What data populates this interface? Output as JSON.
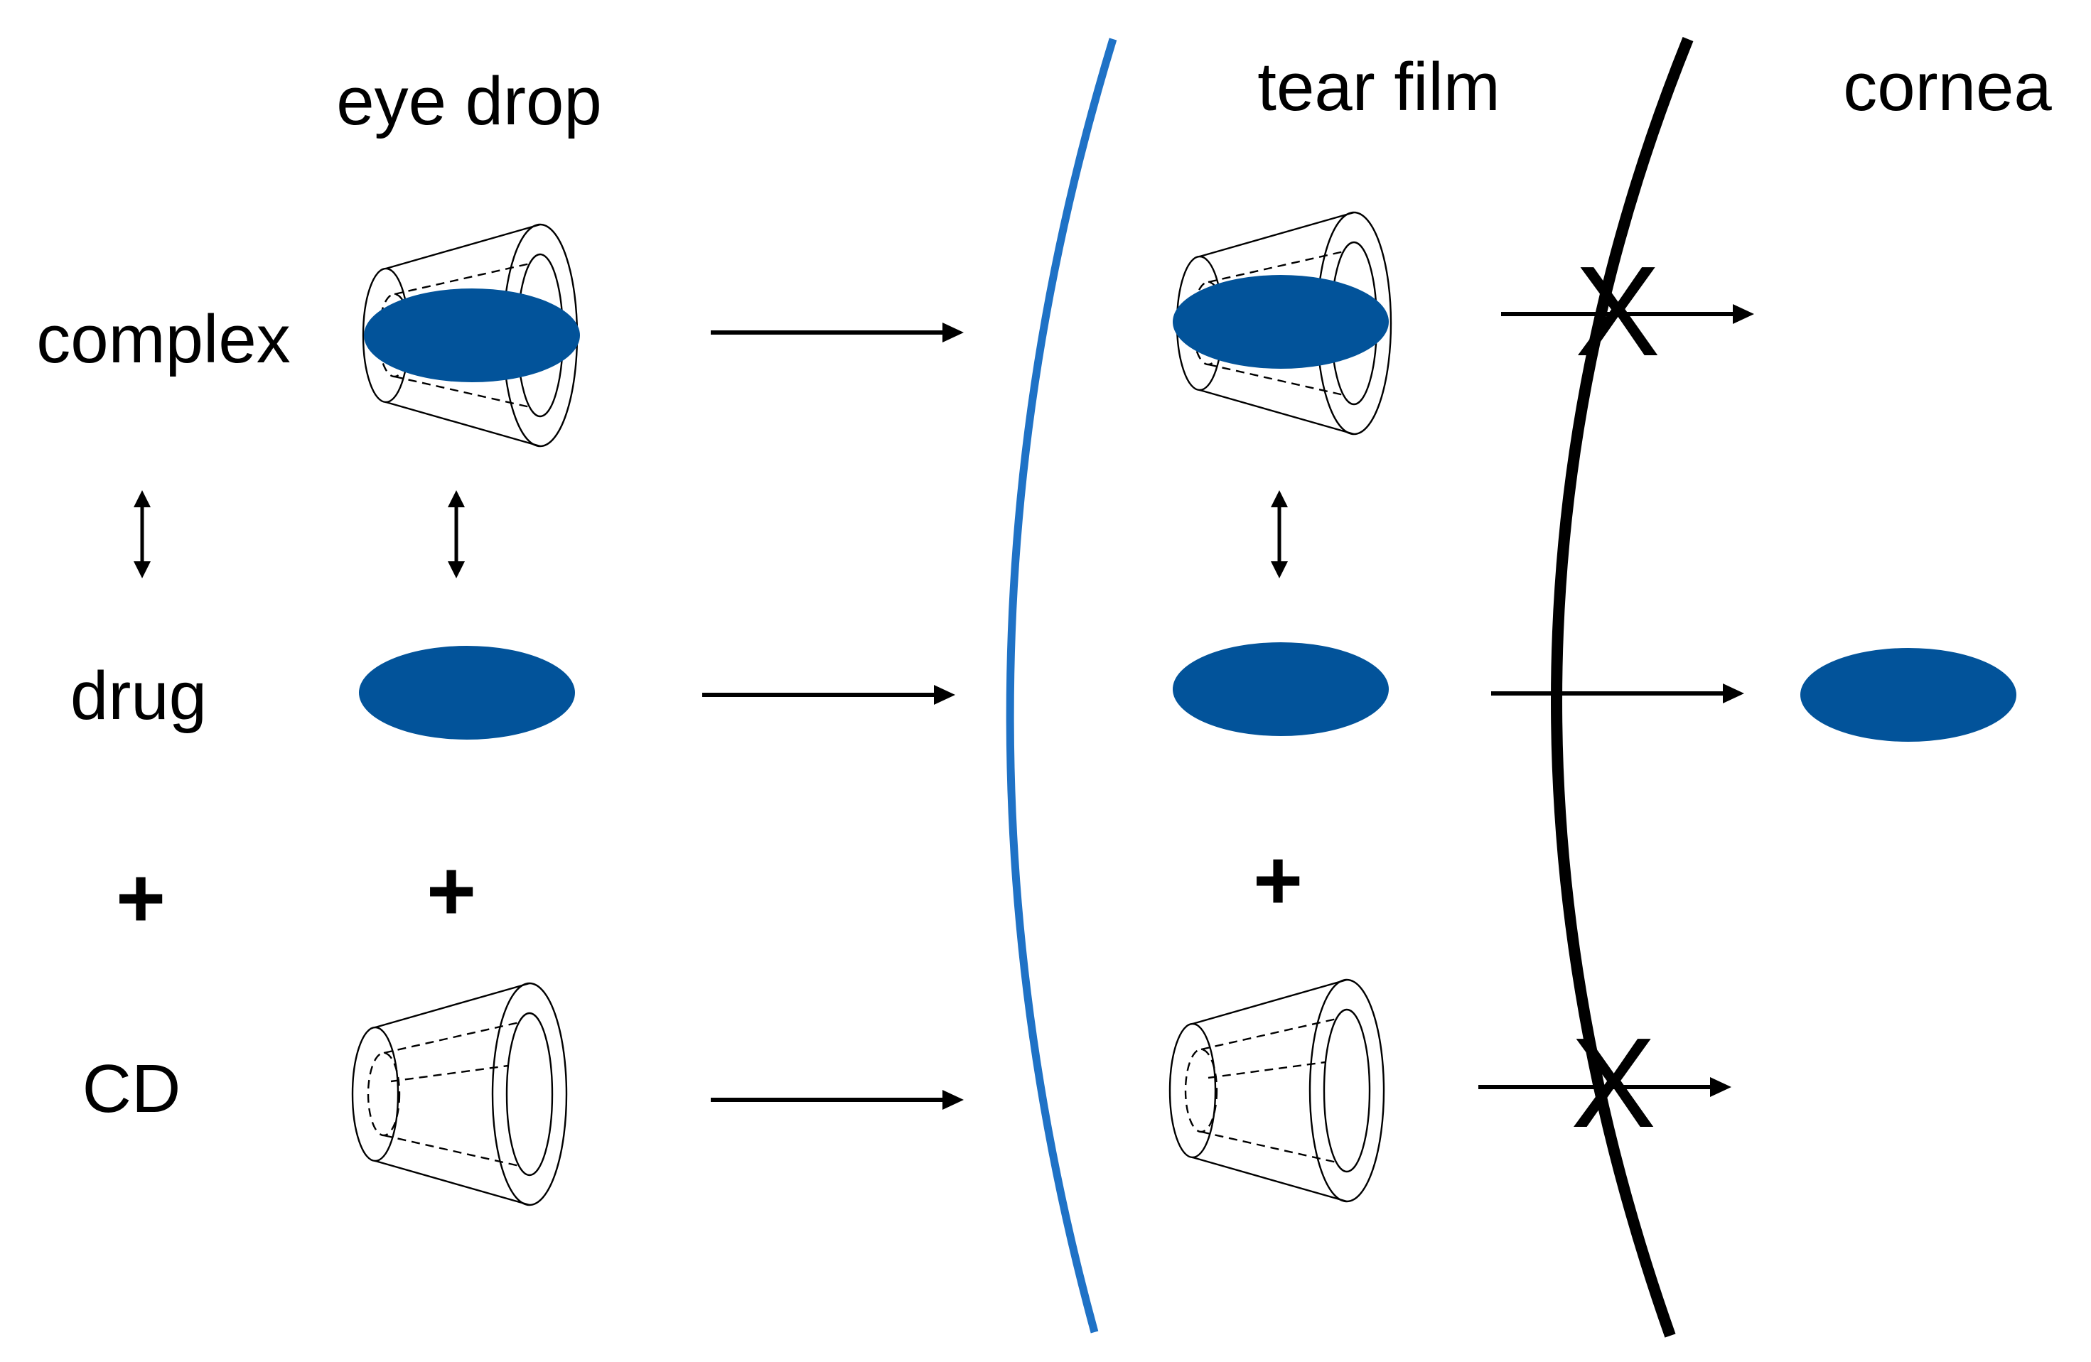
{
  "colors": {
    "tear_film_membrane": "#1f72c6",
    "cornea_membrane": "#000000",
    "drug_blob": "#02539a",
    "block_mark": "#ff1a1a"
  },
  "headers": {
    "eye_drop": "eye drop",
    "tear_film": "tear film",
    "cornea": "cornea"
  },
  "rows": {
    "complex": "complex",
    "drug": "drug",
    "cd": "CD"
  },
  "symbols": {
    "plus": "+",
    "blocked": "X"
  },
  "icons": {
    "cyclodextrin": "truncated-cone-icon",
    "drug": "ellipse-icon",
    "equilibrium": "double-arrow-icon",
    "transport": "right-arrow-icon"
  }
}
